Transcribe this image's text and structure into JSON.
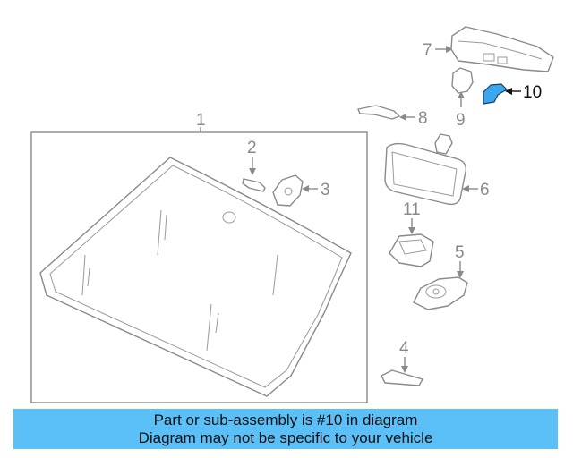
{
  "diagram": {
    "highlight_color": "#3aa8f0",
    "callouts": {
      "c1": "1",
      "c2": "2",
      "c3": "3",
      "c4": "4",
      "c5": "5",
      "c6": "6",
      "c7": "7",
      "c8": "8",
      "c9": "9",
      "c10": "10",
      "c11": "11"
    }
  },
  "banner": {
    "line1": "Part or sub-assembly is #10 in diagram",
    "line2": "Diagram may not be specific to your vehicle",
    "color": "#5bc0f8"
  }
}
